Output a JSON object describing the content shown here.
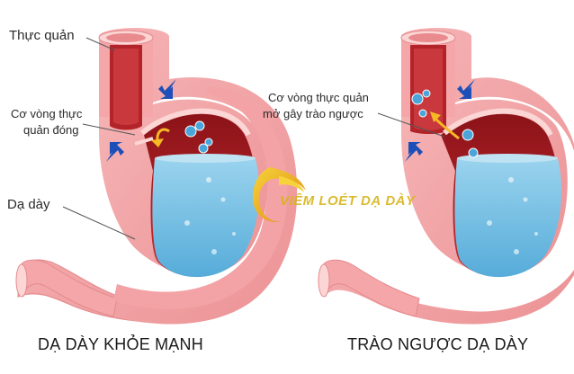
{
  "labels": {
    "esophagus": "Thực quản",
    "sphincter_closed_line1": "Cơ vòng thực",
    "sphincter_closed_line2": "quản đóng",
    "stomach": "Dạ dày",
    "sphincter_open_line1": "Cơ vòng thực quản",
    "sphincter_open_line2": "mở gây trào ngược"
  },
  "captions": {
    "left": "DẠ DÀY KHỎE MẠNH",
    "right": "TRÀO NGƯỢC DẠ DÀY"
  },
  "watermark": {
    "text": "VIÊM LOÉT DẠ DÀY"
  },
  "colors": {
    "stomach_wall": "#f4a9ab",
    "stomach_wall_dark": "#e98b8e",
    "stomach_lining": "#fbd6d4",
    "cavity_red": "#a01e24",
    "acid_blue": "#7fc6e6",
    "acid_blue_dark": "#3f9fd0",
    "arrow_blue": "#1d4fb8",
    "watermark_gold": "#d8b41a"
  },
  "icons": [
    "pressure-arrow-icon",
    "reflux-arrow-icon",
    "acid-bubble-icon",
    "logo-flame-icon"
  ]
}
